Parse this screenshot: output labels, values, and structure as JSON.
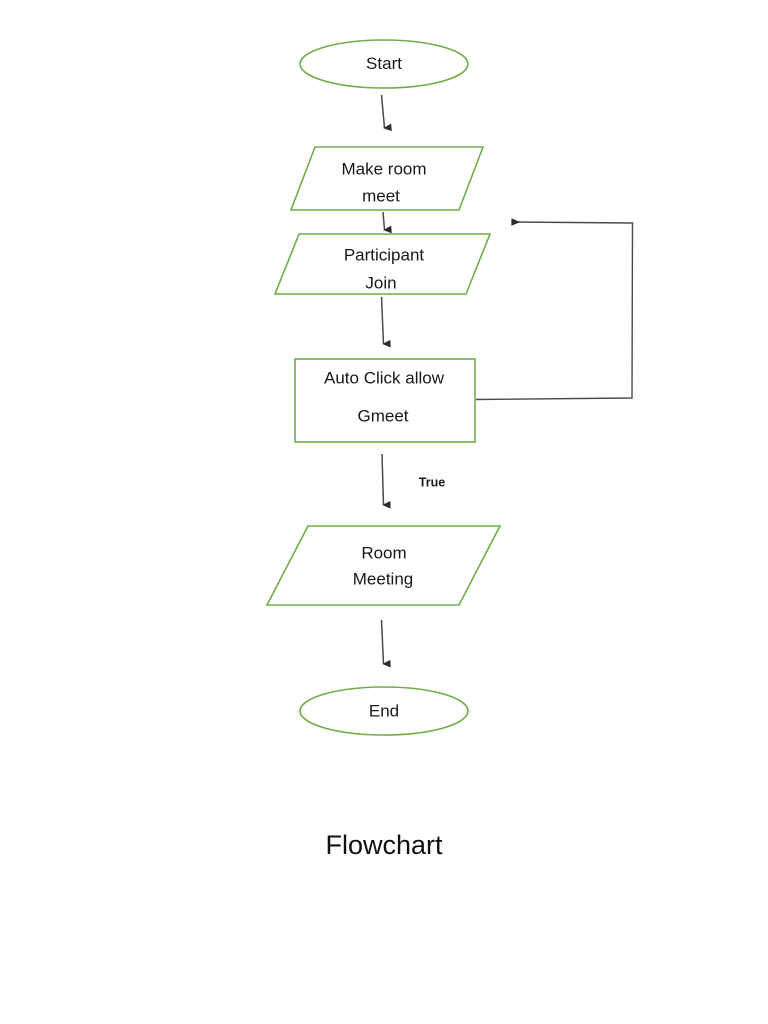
{
  "diagram": {
    "title": "Flowchart",
    "colors": {
      "shape_stroke": "#70ad47",
      "shape_fill": "#ffffff",
      "connector_stroke": "#404040",
      "text": "#181818",
      "background": "#ffffff"
    },
    "nodes": [
      {
        "id": "start",
        "shape": "ellipse",
        "label": "Start",
        "lines": [
          "Start"
        ]
      },
      {
        "id": "make-room-meet",
        "shape": "parallelogram",
        "label": "Make room meet",
        "lines": [
          "Make room",
          "meet"
        ]
      },
      {
        "id": "participant-join",
        "shape": "parallelogram",
        "label": "Participant Join",
        "lines": [
          "Participant",
          "Join"
        ]
      },
      {
        "id": "auto-click-allow-gmeet",
        "shape": "rectangle",
        "label": "Auto Click allow Gmeet",
        "lines": [
          "Auto Click allow",
          "Gmeet"
        ]
      },
      {
        "id": "room-meeting",
        "shape": "parallelogram",
        "label": "Room Meeting",
        "lines": [
          "Room",
          "Meeting"
        ]
      },
      {
        "id": "end",
        "shape": "ellipse",
        "label": "End",
        "lines": [
          "End"
        ]
      }
    ],
    "edges": [
      {
        "id": "start-to-make-room",
        "from": "start",
        "to": "make-room-meet",
        "label": ""
      },
      {
        "id": "make-room-to-participant",
        "from": "make-room-meet",
        "to": "participant-join",
        "label": ""
      },
      {
        "id": "participant-to-gmeet",
        "from": "participant-join",
        "to": "auto-click-allow-gmeet",
        "label": ""
      },
      {
        "id": "gmeet-to-room-meeting",
        "from": "auto-click-allow-gmeet",
        "to": "room-meeting",
        "label": "True"
      },
      {
        "id": "room-meeting-to-end",
        "from": "room-meeting",
        "to": "end",
        "label": ""
      },
      {
        "id": "gmeet-loop-back-to-participant",
        "from": "auto-click-allow-gmeet",
        "to": "participant-join",
        "label": ""
      }
    ],
    "caption": "Flowchart"
  }
}
